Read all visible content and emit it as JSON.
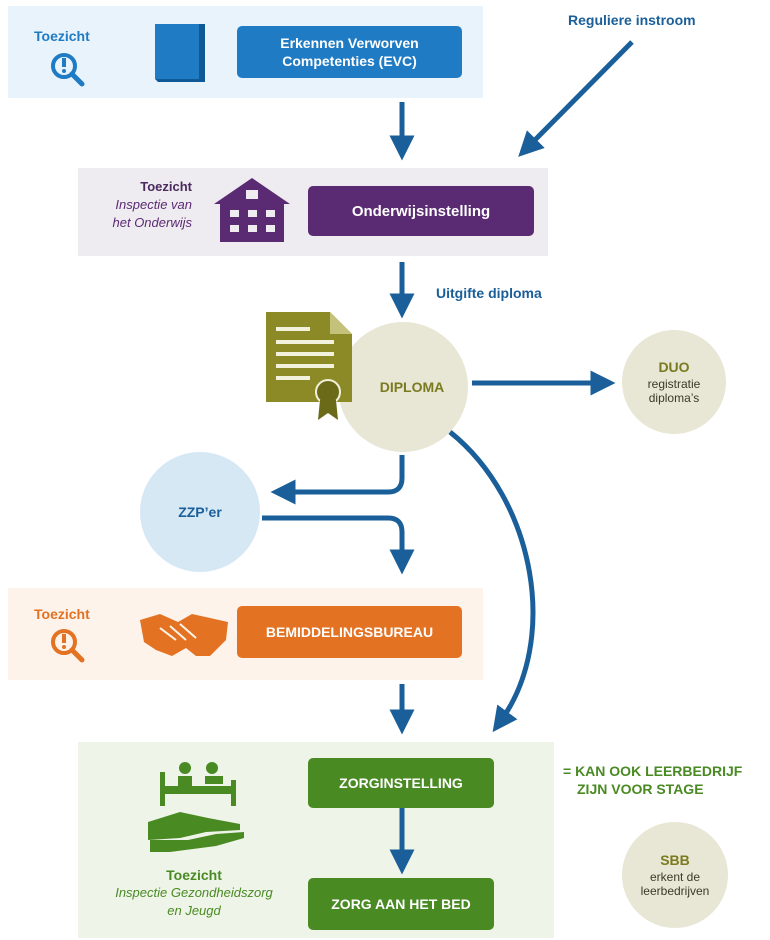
{
  "colors": {
    "arrow_blue": "#1a5f99",
    "light_blue_bg": "#e9f3fb",
    "evc_button": "#1f7bc4",
    "light_purple_bg": "#efecf1",
    "purple": "#5a2a72",
    "diploma_circle": "#e8e6d4",
    "diploma_green": "#7a7a1f",
    "diploma_icon": "#8b8a26",
    "zzp_circle": "#d7e8f5",
    "orange_bg": "#fdf3ea",
    "orange": "#e37222",
    "green_bg": "#eef4e8",
    "green": "#4a8a23"
  },
  "evc_panel": {
    "supervision_label": "Toezicht",
    "icons": [
      "magnifier-warning-icon",
      "book-icon"
    ],
    "button_label_line1": "Erkennen Verworven",
    "button_label_line2": "Competenties (EVC)"
  },
  "regular_intake_label": "Reguliere instroom",
  "education_panel": {
    "supervision_label": "Toezicht",
    "inspectorate_line1": "Inspectie van",
    "inspectorate_line2": "het Onderwijs",
    "icons": [
      "school-building-icon"
    ],
    "button_label": "Onderwijsinstelling"
  },
  "diploma_issue_label": "Uitgifte diploma",
  "diploma": {
    "label": "DIPLOMA",
    "icons": [
      "diploma-certificate-icon"
    ]
  },
  "duo": {
    "title": "DUO",
    "line1": "registratie",
    "line2": "diploma’s"
  },
  "zzp": {
    "label": "ZZP’er"
  },
  "mediation_panel": {
    "supervision_label": "Toezicht",
    "icons": [
      "magnifier-warning-icon",
      "handshake-icon"
    ],
    "button_label": "BEMIDDELINGSBUREAU"
  },
  "care_panel": {
    "icons": [
      "hospital-bed-hand-icon"
    ],
    "supervision_label": "Toezicht",
    "inspectorate_line1": "Inspectie Gezondheidszorg",
    "inspectorate_line2": "en Jeugd",
    "care_institution_button": "ZORGINSTELLING",
    "bedside_care_button": "ZORG AAN HET BED"
  },
  "training_note": {
    "line1": "= KAN OOK LEERBEDRIJF",
    "line2": "ZIJN VOOR STAGE"
  },
  "sbb": {
    "title": "SBB",
    "line1": "erkent de",
    "line2": "leerbedrijven"
  }
}
